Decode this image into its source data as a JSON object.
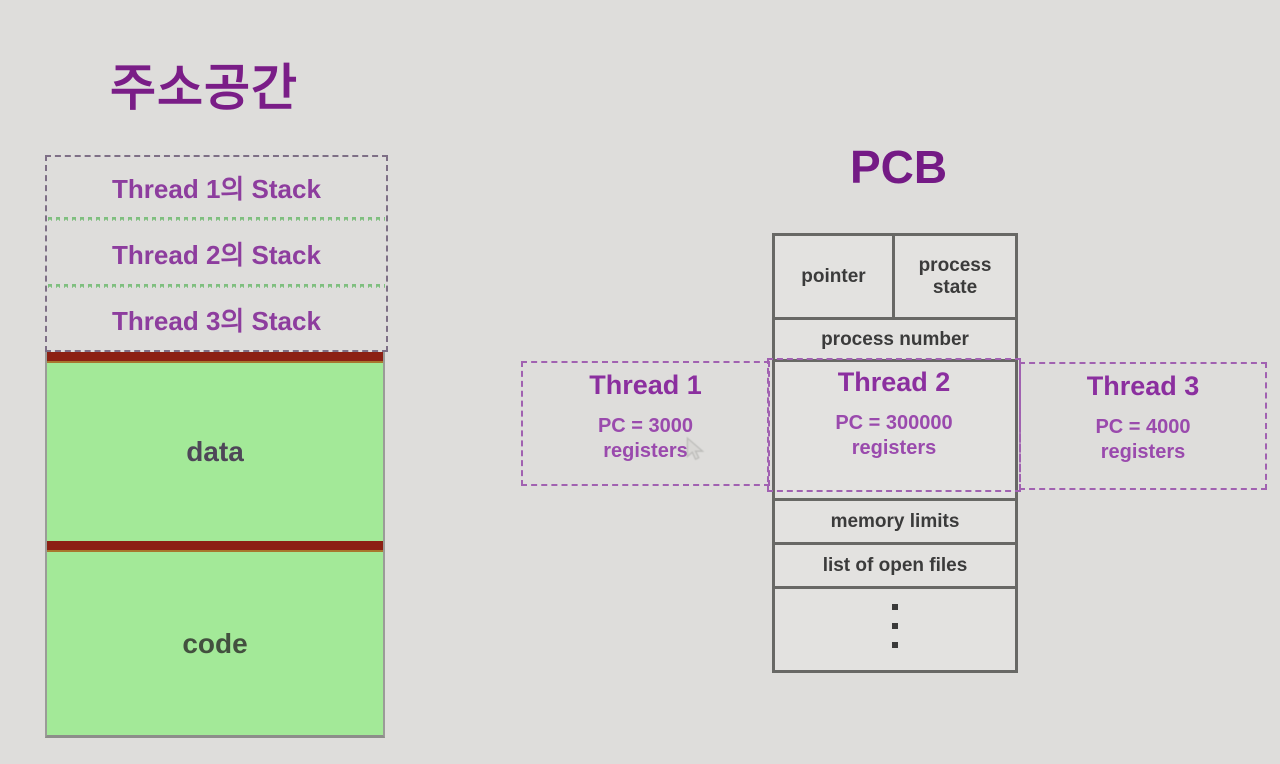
{
  "background_color": "#dedddb",
  "accent_colors": {
    "title_purple": "#7a1d87",
    "thread_purple": "#8d3d9e",
    "segment_green": "#a3e998",
    "divider_red": "#8c2014",
    "zigzag_green": "#7fbf7f",
    "table_border_gray": "#686865"
  },
  "address_space": {
    "title": "주소공간",
    "stack_labels": [
      "Thread 1의 Stack",
      "Thread 2의 Stack",
      "Thread 3의 Stack"
    ],
    "data_label": "data",
    "code_label": "code"
  },
  "pcb": {
    "title": "PCB",
    "pointer_label": "pointer",
    "process_state_label": "process state",
    "process_number_label": "process number",
    "memory_limits_label": "memory limits",
    "open_files_label": "list of open files"
  },
  "threads": [
    {
      "name": "Thread 1",
      "pc": "PC = 3000",
      "registers": "registers"
    },
    {
      "name": "Thread 2",
      "pc": "PC = 300000",
      "registers": "registers"
    },
    {
      "name": "Thread 3",
      "pc": "PC = 4000",
      "registers": "registers"
    }
  ]
}
